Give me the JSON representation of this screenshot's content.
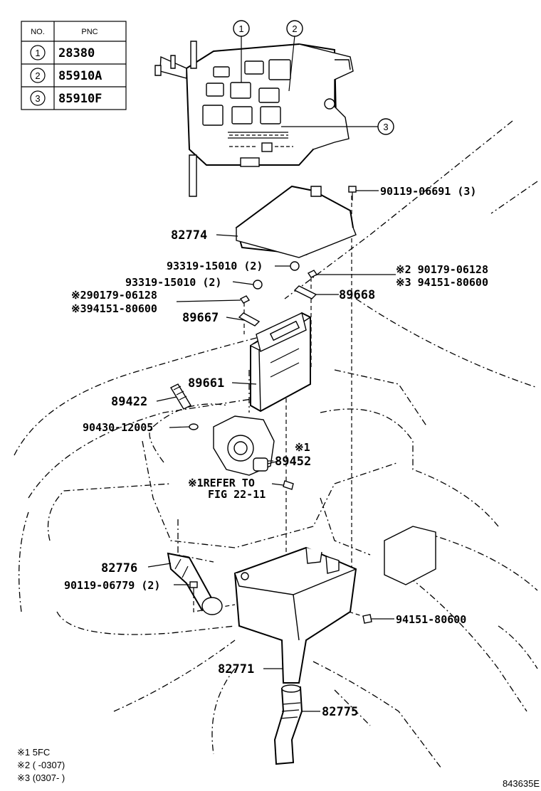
{
  "table": {
    "header_no": "NO.",
    "header_pnc": "PNC",
    "rows": [
      {
        "no": "1",
        "pnc": "28380"
      },
      {
        "no": "2",
        "pnc": "85910A"
      },
      {
        "no": "3",
        "pnc": "85910F"
      }
    ]
  },
  "callouts": {
    "c1": "1",
    "c2": "2",
    "c3": "3"
  },
  "labels": {
    "p90119_06691": "90119-06691 (3)",
    "p82774": "82774",
    "p93319_a": "93319-15010 (2)",
    "p93319_b": "93319-15010 (2)",
    "p90179_r": "※2 90179-06128",
    "p94151_r": "※3 94151-80600",
    "p90179_l": "※290179-06128",
    "p94151_l": "※394151-80600",
    "p89668": "89668",
    "p89667": "89667",
    "p89661": "89661",
    "p89422": "89422",
    "p90430": "90430-12005",
    "p89452_note": "※1",
    "p89452": "89452",
    "refer1": "※1REFER TO",
    "refer2": "FIG 22-11",
    "p82776": "82776",
    "p90119_06779": "90119-06779 (2)",
    "p94151_bottom": "94151-80600",
    "p82771": "82771",
    "p82775": "82775"
  },
  "footnotes": [
    "※1 5FC",
    "※2 (       -0307)",
    "※3 (0307-       )"
  ],
  "figure_id": "843635E"
}
